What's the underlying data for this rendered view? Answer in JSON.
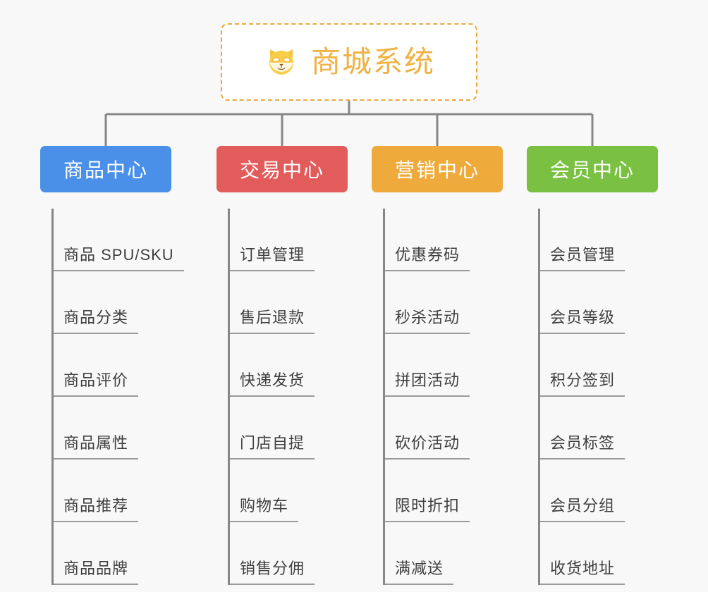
{
  "page": {
    "background_color": "#f8f8f8",
    "type": "mindmap-tree"
  },
  "root": {
    "title": "商城系统",
    "icon": "dog-face-emoji",
    "icon_glyph": "🐶",
    "text_color": "#f0b244",
    "border_color": "#e9a93f",
    "background_color": "#ffffff"
  },
  "connector": {
    "color": "#878787",
    "width": 3
  },
  "branches": [
    {
      "label": "商品中心",
      "color": "#4a90e8",
      "items": [
        "商品 SPU/SKU",
        "商品分类",
        "商品评价",
        "商品属性",
        "商品推荐",
        "商品品牌"
      ]
    },
    {
      "label": "交易中心",
      "color": "#e35c5c",
      "items": [
        "订单管理",
        "售后退款",
        "快递发货",
        "门店自提",
        "购物车",
        "销售分佣"
      ]
    },
    {
      "label": "营销中心",
      "color": "#eeab3c",
      "items": [
        "优惠券码",
        "秒杀活动",
        "拼团活动",
        "砍价活动",
        "限时折扣",
        "满减送"
      ]
    },
    {
      "label": "会员中心",
      "color": "#7ac143",
      "items": [
        "会员管理",
        "会员等级",
        "积分签到",
        "会员标签",
        "会员分组",
        "收货地址"
      ]
    }
  ]
}
